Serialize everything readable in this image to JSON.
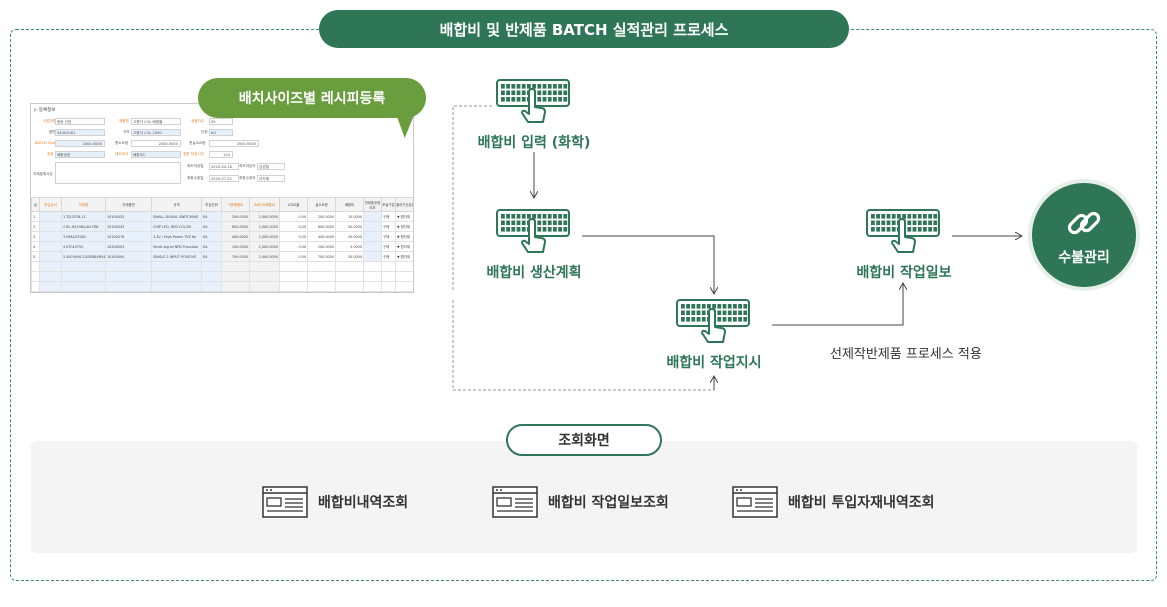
{
  "title": "배합비 및 반제품 BATCH 실적관리 프로세스",
  "balloon": "배치사이즈별 레시피등록",
  "nodes": {
    "input": "배합비 입력 (화학)",
    "plan": "배합비 생산계획",
    "order": "배합비 작업지시",
    "report": "배합비 작업일보",
    "inout": "수불관리"
  },
  "note": "선제작반제품 프로세스 적용",
  "query": {
    "title": "조회화면",
    "items": [
      "배합비내역조회",
      "배합비 작업일보조회",
      "배합비 투입자재내역조회"
    ]
  },
  "icons": {
    "keyboard": "keyboard-hand-icon",
    "link": "link-icon",
    "screen": "browser-window-icon"
  },
  "colors": {
    "primary": "#2e7656",
    "balloon": "#6a9d3e",
    "accent": "#e07b20"
  },
  "screenshot": {
    "header": "▷ 등록정보",
    "labels": {
      "site": "사업장명",
      "group": "제품명",
      "spec": "공정차수",
      "item": "품번",
      "itemname": "규격",
      "unit": "단위",
      "batch": "BATCH Size",
      "required": "총소요량",
      "totalqty": "총실소요량",
      "process": "공정",
      "department": "제조부서",
      "level": "표준 작업시간",
      "created": "최초작성일",
      "creator": "최초작성자",
      "modified": "최종수정일",
      "modifier": "최종수정자",
      "remark": "자재등록사유"
    },
    "values": {
      "site": "중동 산업",
      "group": "고용자 COL 배합율",
      "spec": "00",
      "item": "54302061",
      "itemname": "고용자 COL 2000",
      "unit": "KG",
      "batch": "2000.0000",
      "required": "2000.0000",
      "totalqty": "2000.0000",
      "process": "배합공정",
      "department": "배합부C",
      "level": "120",
      "created": "2020-04-18",
      "creator": "김성철",
      "modified": "2020-07-22",
      "modifier": "이지혜"
    },
    "columns": [
      "투입순서",
      "자재명",
      "자재품번",
      "규격",
      "투입단위",
      "기준배합비",
      "BATCH배합비",
      "LOSS율",
      "실소요량",
      "배합비",
      "반제품공정여부",
      "조달구분",
      "출하가산분류"
    ],
    "rows": [
      {
        "n": "1",
        "name": "1 TJ2257B-11",
        "code": "10100032",
        "spec": "SMALL SIGNAL SWITCHING",
        "u": "EA",
        "a": "200.0000",
        "b": "2,000.0000",
        "loss": "0.00",
        "req": "200.0000",
        "ratio": "10.0000",
        "type": "구매",
        "cls": "▼ 원자재"
      },
      {
        "n": "2",
        "name": "2 BL-H01984-AH-TR8",
        "code": "10100043",
        "spec": "CHIP LED, RED COLOR",
        "u": "EA",
        "a": "600.0000",
        "b": "2,000.0000",
        "loss": "0.00",
        "req": "600.0000",
        "ratio": "30.0000",
        "type": "구매",
        "cls": "▼ 원자재"
      },
      {
        "n": "3",
        "name": "3 ISMA33TAN",
        "code": "10100076",
        "spec": "3.3V / High Power TVS for",
        "u": "EA",
        "a": "400.0000",
        "b": "2,000.0000",
        "loss": "0.00",
        "req": "400.0000",
        "ratio": "20.0000",
        "type": "구매",
        "cls": "▼ 원자재"
      },
      {
        "n": "4",
        "name": "4 KTC4075V",
        "code": "10200003",
        "spec": "Small signal NPN Transisto",
        "u": "EA",
        "a": "100.0000",
        "b": "2,000.0000",
        "loss": "0.00",
        "req": "100.0000",
        "ratio": "5.0000",
        "type": "구매",
        "cls": "▼ 원자재"
      },
      {
        "n": "5",
        "name": "5 SN74AHC1G08DBVR04",
        "code": "10300004",
        "spec": "SINGLE 2-INPUT POSITIVE",
        "u": "EA",
        "a": "700.0000",
        "b": "2,000.0000",
        "loss": "0.00",
        "req": "700.0000",
        "ratio": "35.0000",
        "type": "구매",
        "cls": "▼ 원자재"
      }
    ]
  }
}
